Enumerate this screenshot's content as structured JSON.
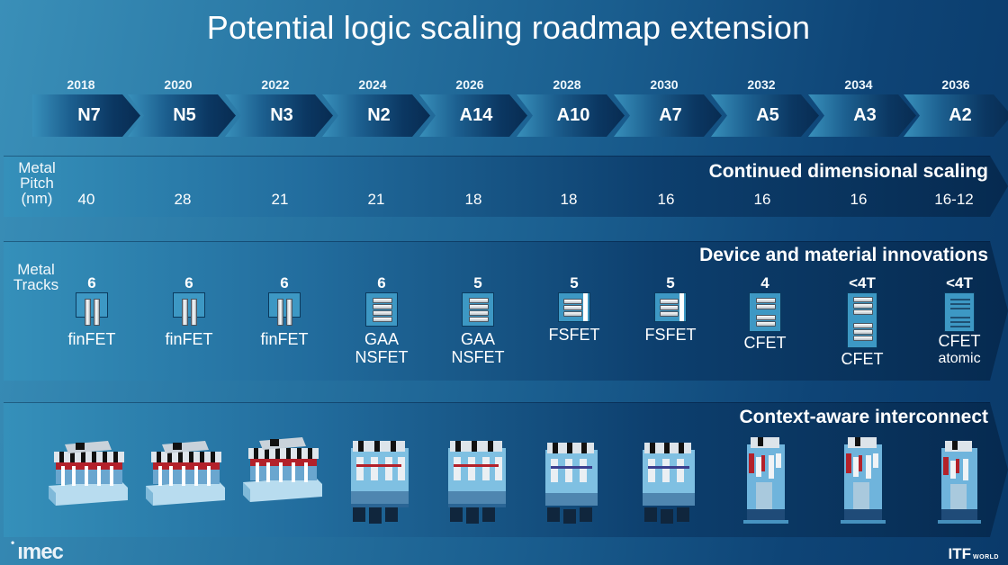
{
  "title": "Potential logic scaling roadmap extension",
  "timeline": {
    "years": [
      "2018",
      "2020",
      "2022",
      "2024",
      "2026",
      "2028",
      "2030",
      "2032",
      "2034",
      "2036"
    ],
    "nodes": [
      "N7",
      "N5",
      "N3",
      "N2",
      "A14",
      "A10",
      "A7",
      "A5",
      "A3",
      "A2"
    ]
  },
  "pitch_band": {
    "heading": "Continued dimensional scaling",
    "label_lines": [
      "Metal",
      "Pitch",
      "(nm)"
    ],
    "values": [
      "40",
      "28",
      "21",
      "21",
      "18",
      "18",
      "16",
      "16",
      "16",
      "16-12"
    ]
  },
  "device_band": {
    "heading": "Device and material innovations",
    "label_lines": [
      "Metal",
      "Tracks"
    ],
    "items": [
      {
        "tracks": "6",
        "name": "finFET",
        "name2": "",
        "icon": "finfet-icon"
      },
      {
        "tracks": "6",
        "name": "finFET",
        "name2": "",
        "icon": "finfet-icon"
      },
      {
        "tracks": "6",
        "name": "finFET",
        "name2": "",
        "icon": "finfet-icon"
      },
      {
        "tracks": "6",
        "name": "GAA",
        "name2": "NSFET",
        "icon": "nanosheet-icon"
      },
      {
        "tracks": "5",
        "name": "GAA",
        "name2": "NSFET",
        "icon": "nanosheet-icon"
      },
      {
        "tracks": "5",
        "name": "FSFET",
        "name2": "",
        "icon": "forksheet-icon"
      },
      {
        "tracks": "5",
        "name": "FSFET",
        "name2": "",
        "icon": "forksheet-icon"
      },
      {
        "tracks": "4",
        "name": "CFET",
        "name2": "",
        "icon": "cfet-icon"
      },
      {
        "tracks": "<4T",
        "name": "CFET",
        "name2": "",
        "icon": "cfet-tall-icon"
      },
      {
        "tracks": "<4T",
        "name": "CFET",
        "name2": "atomic",
        "icon": "cfet-atomic-icon"
      }
    ]
  },
  "interconnect_band": {
    "heading": "Context-aware interconnect",
    "structures": [
      "finfet-3d",
      "finfet-3d",
      "finfet-3d",
      "nanosheet-3d",
      "nanosheet-3d",
      "forksheet-3d",
      "forksheet-3d",
      "cfet-3d",
      "cfet-3d",
      "cfet-3d"
    ]
  },
  "footer": {
    "left_logo": "ımec",
    "right_logo": "ITF",
    "right_logo_sub": "WORLD"
  },
  "colors": {
    "bg_light": "#3a8fb8",
    "bg_dark": "#0a3a6a",
    "icon_fill": "#3d98c4",
    "accent_red": "#c0262d"
  }
}
